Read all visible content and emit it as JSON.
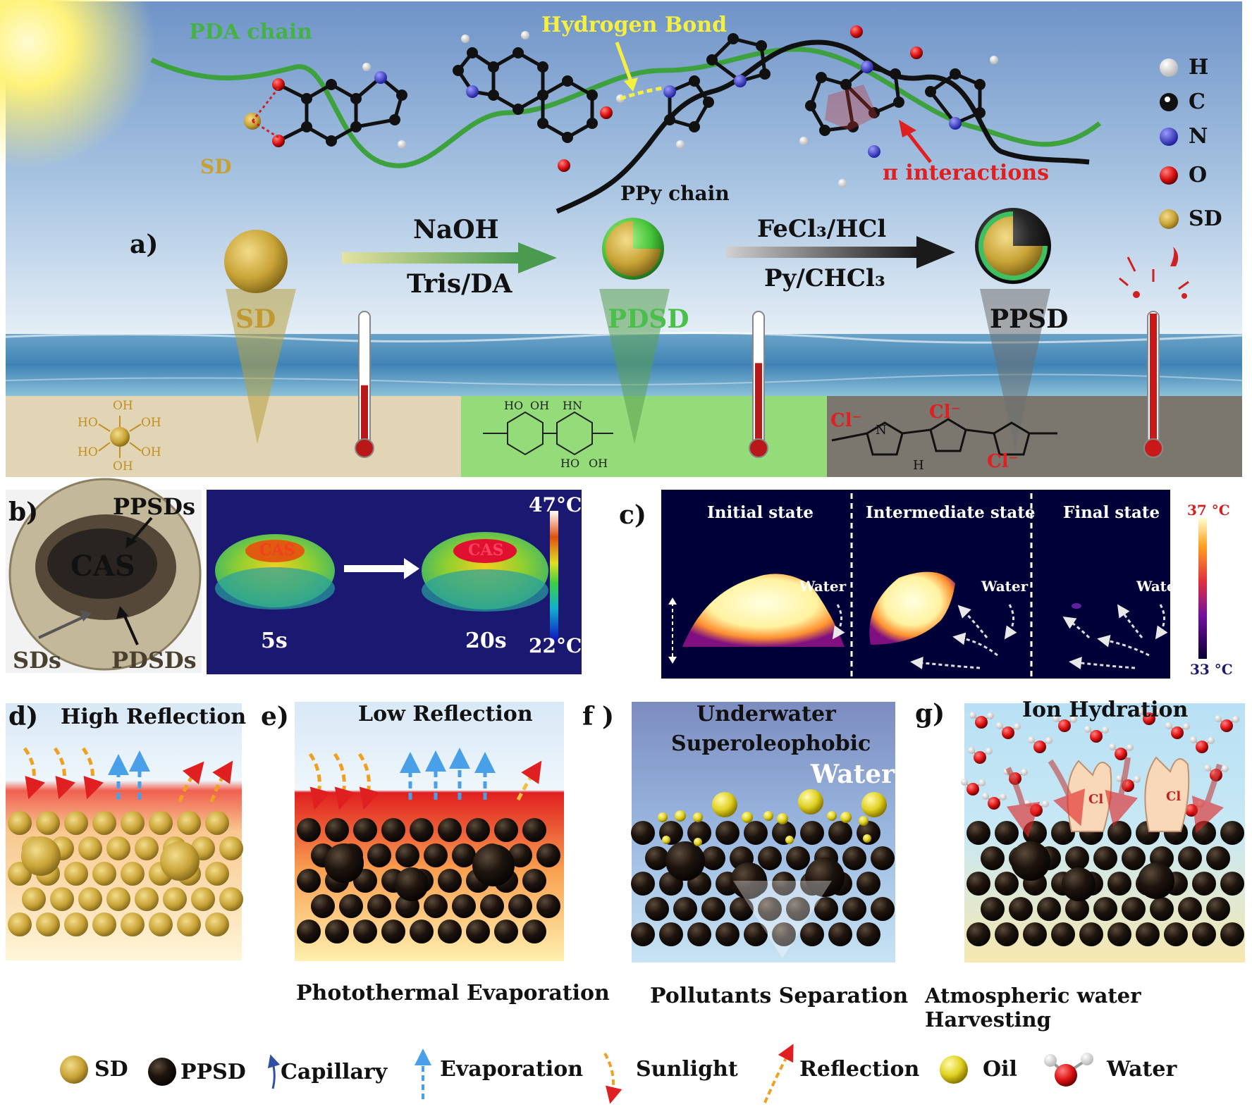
{
  "panel_a": {
    "letter": "a)",
    "pda_chain": "PDA chain",
    "hydrogen_bond": "Hydrogen Bond",
    "sd_label_molecule": "SD",
    "ppy_chain": "PPy chain",
    "pi_interactions": "π interactions",
    "naoh": "NaOH",
    "tris_da": "Tris/DA",
    "fecl3": "FeCl₃/HCl",
    "py_chcl3": "Py/CHCl₃",
    "sphere_labels": [
      "SD",
      "PDSD",
      "PPSD"
    ],
    "legend": [
      {
        "label": "H",
        "color": "#ffffff"
      },
      {
        "label": "C",
        "color": "#111111"
      },
      {
        "label": "N",
        "color": "#3a3acc"
      },
      {
        "label": "O",
        "color": "#cc1111"
      },
      {
        "label": "SD",
        "color": "#d4a520"
      }
    ],
    "ground_sd": {
      "oh": "OH",
      "ho": "HO"
    },
    "ground_pdsd": {
      "ho": "HO",
      "oh": "OH",
      "hn": "HN"
    },
    "ground_ppsd": {
      "cl": "Cl⁻",
      "h": "H",
      "n": "N"
    },
    "thermometer_levels": [
      0.45,
      0.62,
      1.0
    ]
  },
  "panel_b": {
    "letter": "b)",
    "ppsds": "PPSDs",
    "sds": "SDs",
    "pdsds": "PDSDs",
    "cas": "CAS",
    "t1": "5s",
    "t2": "20s",
    "tmax": "47°C",
    "tmin": "22°C"
  },
  "panel_c": {
    "letter": "c)",
    "states": [
      "Initial state",
      "Intermediate state",
      "Final state"
    ],
    "water": "Water",
    "tmax": "37 °C",
    "tmin": "33 °C"
  },
  "panel_d": {
    "letter": "d)",
    "title": "High Reflection"
  },
  "panel_e": {
    "letter": "e)",
    "title": "Low Reflection",
    "caption": "Photothermal Evaporation"
  },
  "panel_f": {
    "letter": "f )",
    "title1": "Underwater",
    "title2": "Superoleophobic",
    "water": "Water",
    "caption": "Pollutants Separation"
  },
  "panel_g": {
    "letter": "g)",
    "title": "Ion Hydration",
    "cl": "Cl",
    "caption": "Atmospheric water Harvesting"
  },
  "legend_bottom": [
    "SD",
    "PPSD",
    "Capillary",
    "Evaporation",
    "Sunlight",
    "Reflection",
    "Oil",
    "Water"
  ]
}
